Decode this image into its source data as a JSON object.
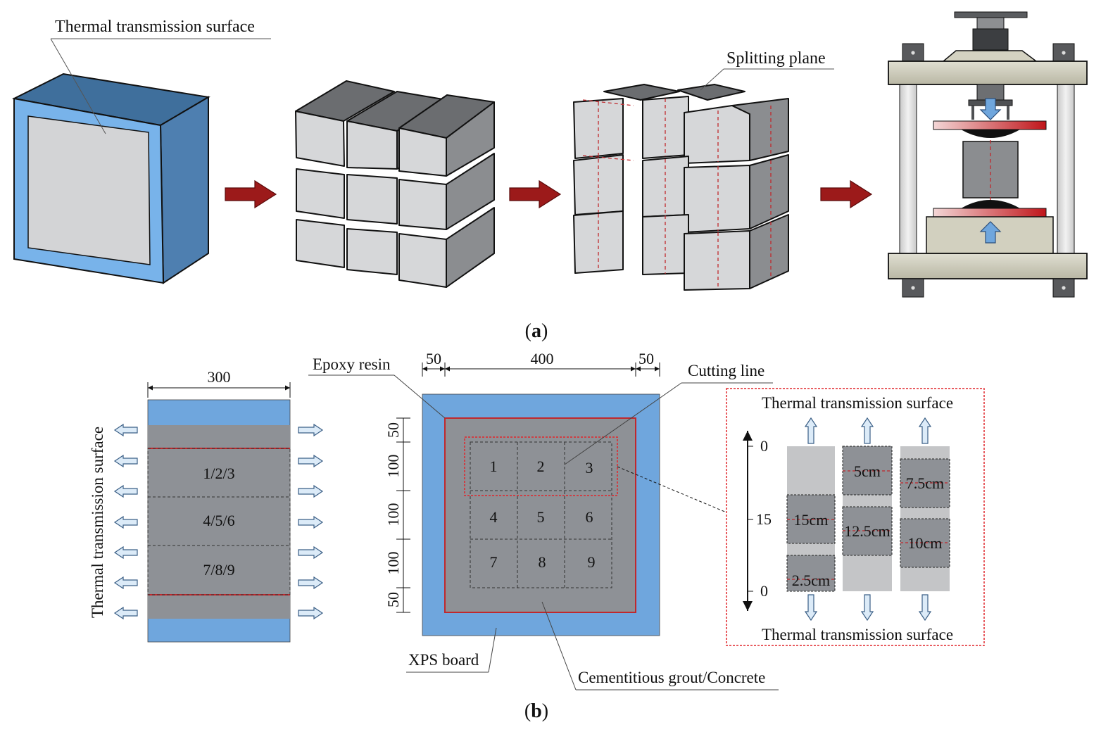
{
  "panel_a": {
    "caption": "(a)",
    "caption_letter": "a",
    "labels": {
      "thermal_surface": "Thermal transmission surface",
      "splitting_plane": "Splitting plane"
    }
  },
  "panel_b": {
    "caption": "(b)",
    "caption_letter": "b",
    "left_section": {
      "width_label": "300",
      "side_label": "Thermal transmission surface",
      "groups": [
        "1/2/3",
        "4/5/6",
        "7/8/9"
      ]
    },
    "plan": {
      "dims_top": [
        "50",
        "400",
        "50"
      ],
      "dims_left": [
        "50",
        "100",
        "100",
        "100",
        "50"
      ],
      "cells": [
        "1",
        "2",
        "3",
        "4",
        "5",
        "6",
        "7",
        "8",
        "9"
      ],
      "labels": {
        "epoxy": "Epoxy resin",
        "cutting_line": "Cutting line",
        "xps": "XPS board",
        "grout": "Cementitious grout/Concrete"
      }
    },
    "detail": {
      "top_label": "Thermal transmission surface",
      "bottom_label": "Thermal transmission surface",
      "axis": {
        "top": "0",
        "mid": "15",
        "bottom": "0"
      },
      "col1": [
        "15cm",
        "2.5cm"
      ],
      "col2": [
        "5cm",
        "12.5cm"
      ],
      "col3": [
        "7.5cm",
        "10cm"
      ]
    }
  },
  "colors": {
    "xps_blue": "#6fa6dd",
    "concrete_gray": "#8e9196",
    "epoxy_red": "#c0282d",
    "arrow_red": "#9c1a1a",
    "block_face": "#d5d6d8",
    "block_side": "#8a8c8f",
    "block_top": "#6d6f72",
    "press_beige": "#c9c7b5"
  }
}
